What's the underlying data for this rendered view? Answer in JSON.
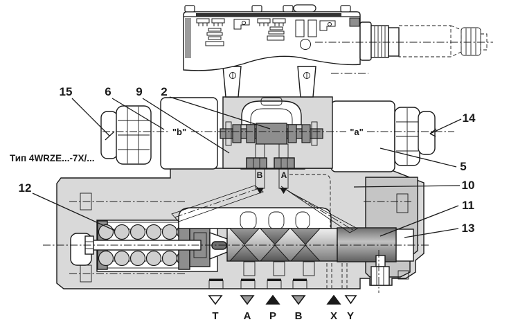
{
  "figure": {
    "type_label": "Тип 4WRZE...-7X/..."
  },
  "labels": {
    "solenoid_b": "\"b\"",
    "solenoid_a": "\"a\"",
    "pilot_port_b": "B",
    "pilot_port_a": "A"
  },
  "callouts": [
    {
      "n": "15",
      "target": "solenoid-b-nut"
    },
    {
      "n": "6",
      "target": "solenoid-b-body"
    },
    {
      "n": "9",
      "target": "pilot-valve-housing"
    },
    {
      "n": "2",
      "target": "pilot-spool"
    },
    {
      "n": "12",
      "target": "centering-spring"
    },
    {
      "n": "14",
      "target": "solenoid-a-nut"
    },
    {
      "n": "5",
      "target": "solenoid-a-body"
    },
    {
      "n": "10",
      "target": "main-valve-housing"
    },
    {
      "n": "11",
      "target": "main-spool-bushing"
    },
    {
      "n": "13",
      "target": "end-cover"
    }
  ],
  "ports": [
    {
      "label": "T",
      "symbol": "triangle-down-open"
    },
    {
      "label": "A",
      "symbol": "triangle-down-gray"
    },
    {
      "label": "P",
      "symbol": "triangle-up-black"
    },
    {
      "label": "B",
      "symbol": "triangle-down-gray"
    },
    {
      "label": "X",
      "symbol": "triangle-up-black"
    },
    {
      "label": "Y",
      "symbol": "triangle-down-open"
    }
  ],
  "colors": {
    "line": "#1a1a1a",
    "body_gray": "#d9d9d9",
    "cover_gray": "#c5c5c5",
    "dark_gray": "#8e8e8e",
    "port_gray": "#9a9a9a",
    "port_black": "#1a1a1a"
  }
}
